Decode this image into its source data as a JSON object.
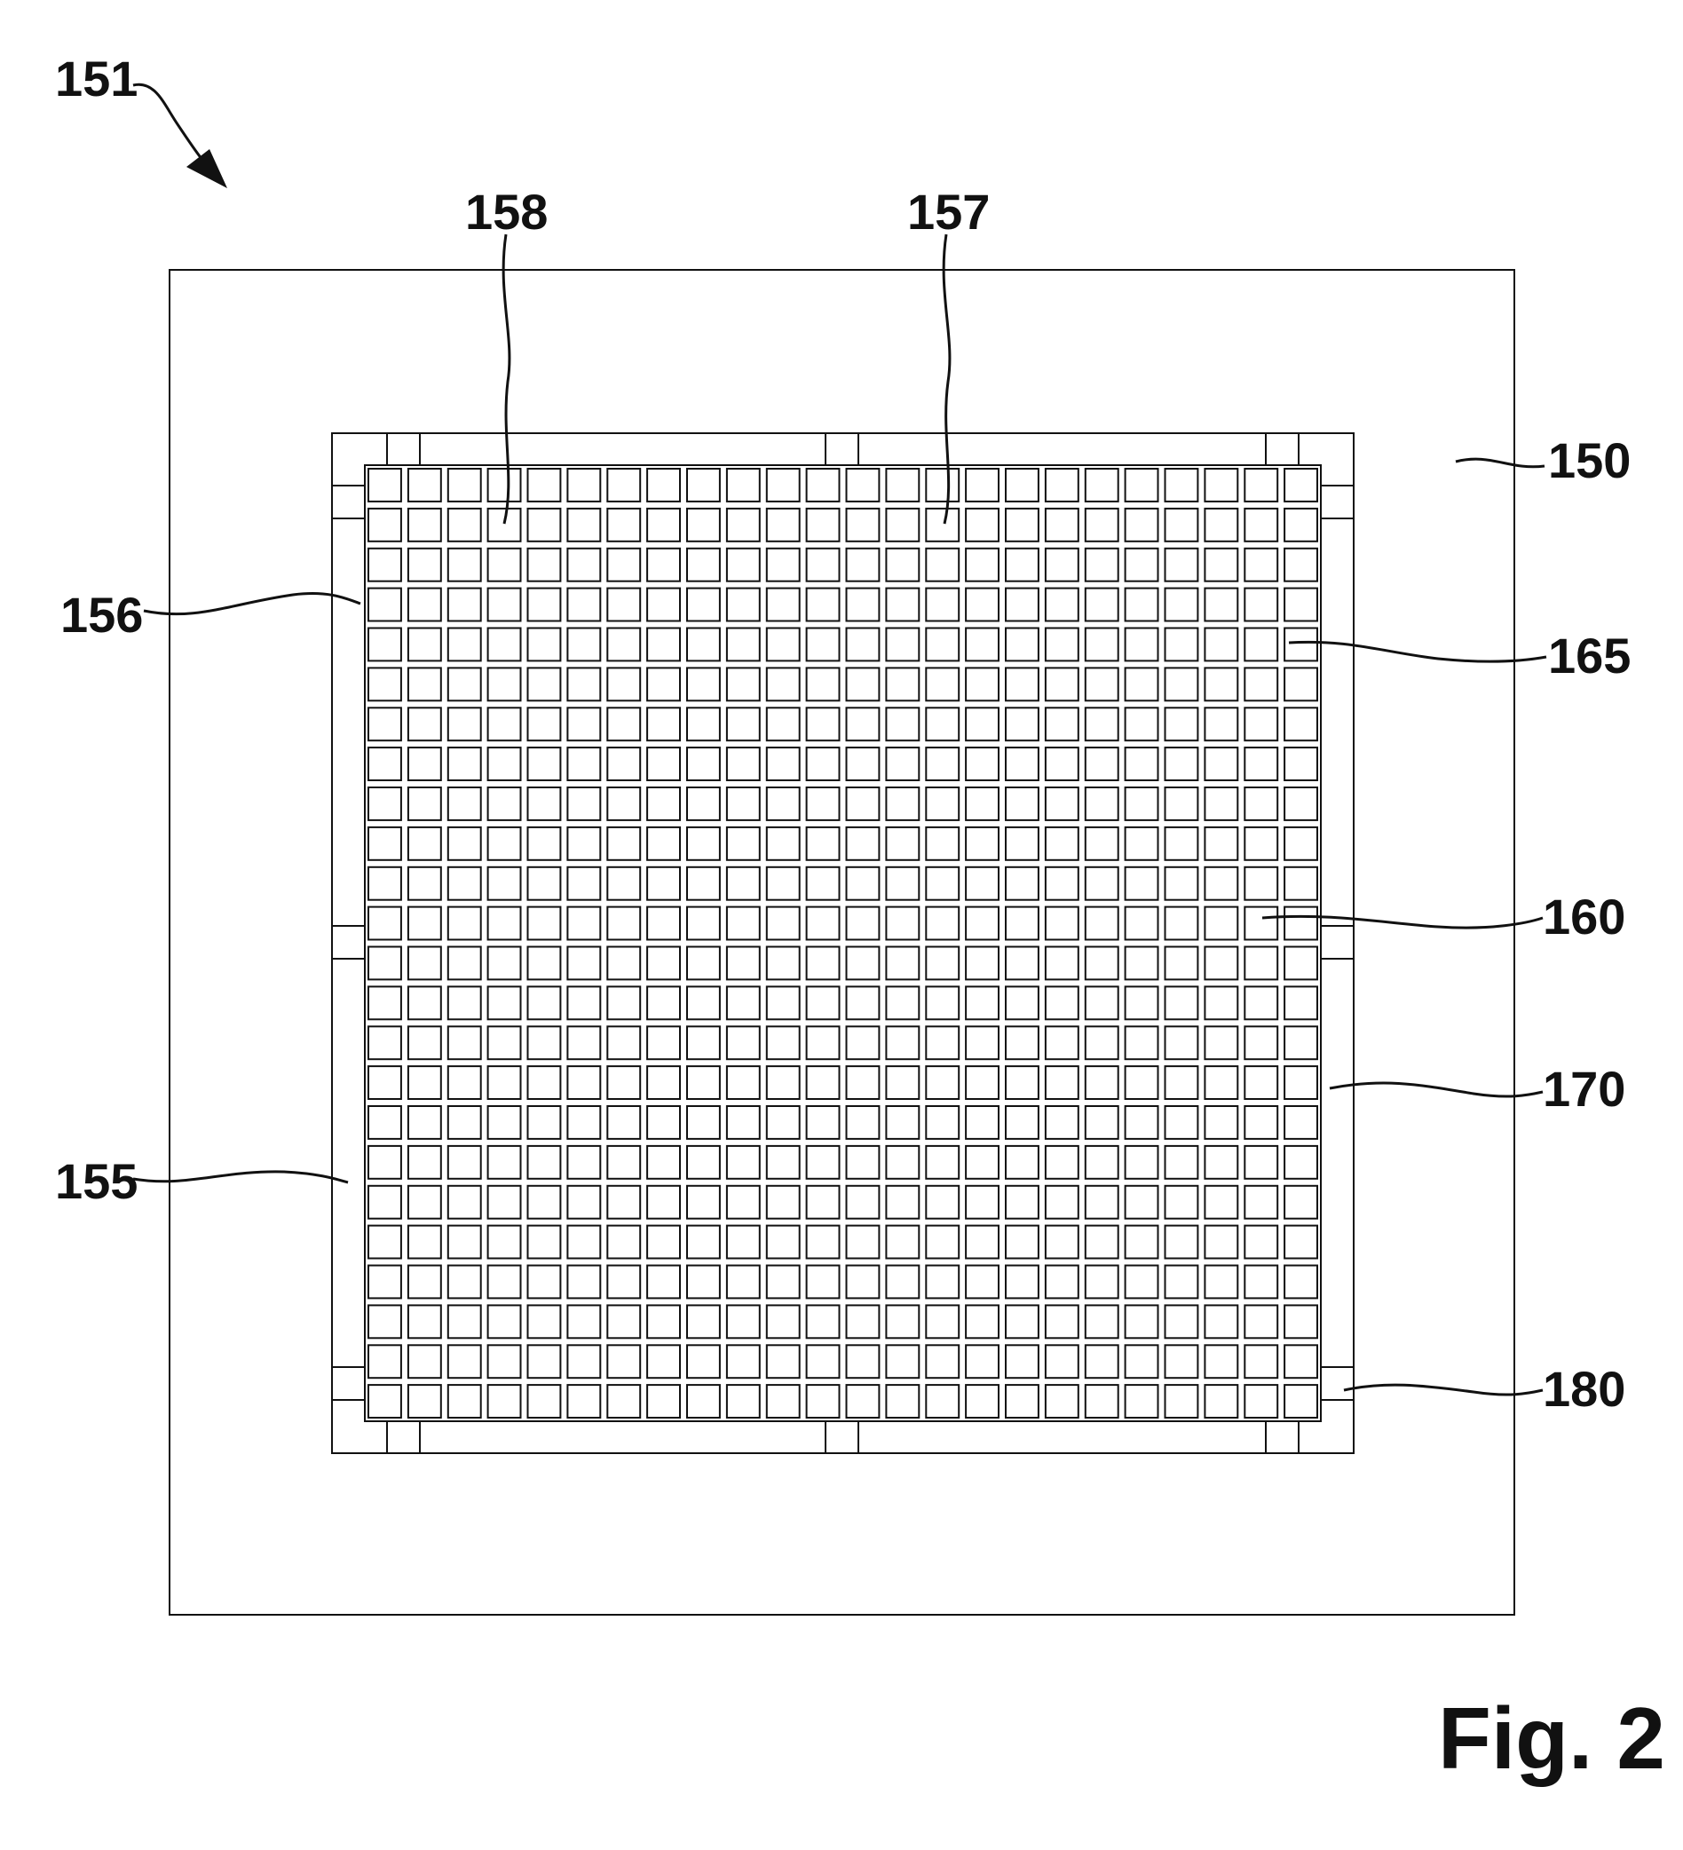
{
  "figure": {
    "caption": "Fig. 2",
    "grid": {
      "rows": 24,
      "cols": 24
    },
    "reference_numerals": {
      "assembly": "151",
      "substrate": "150",
      "frame_upper_left": "156",
      "frame_lower_left": "155",
      "cell_158": "158",
      "cell_157": "157",
      "cell_165": "165",
      "cell_160": "160",
      "frame_right": "170",
      "corner_element": "180"
    }
  }
}
